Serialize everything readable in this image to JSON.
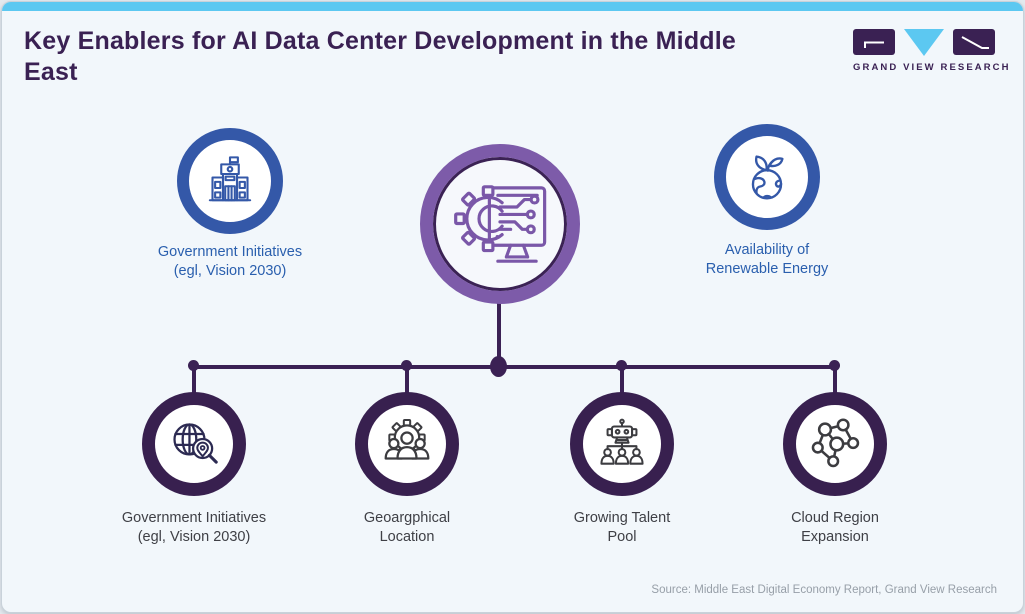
{
  "page": {
    "title": "Key Enablers for AI Data Center Development in the Middle East",
    "source_note": "Source: Middle East Digital Economy Report, Grand View Research"
  },
  "logo": {
    "brand_name": "GRAND VIEW RESEARCH"
  },
  "colors": {
    "brand_purple": "#3a2153",
    "accent_cyan": "#5cc8f1",
    "blue_ring": "#3458a8",
    "center_ring": "#7d5ba9",
    "dark_ring": "#38204f",
    "connector": "#3b2154",
    "label_blue": "#2a5fae",
    "label_dark": "#3f4046",
    "source_gray": "#979fa8"
  },
  "diagram": {
    "center_node": {
      "icon": "ai-computer-icon"
    },
    "top_nodes": [
      {
        "icon": "government-building-icon",
        "label_line1": "Government Initiatives",
        "label_line2": "(egl, Vision 2030)"
      },
      {
        "icon": "eco-globe-icon",
        "label_line1": "Availability of",
        "label_line2": "Renewable Energy"
      }
    ],
    "bottom_nodes": [
      {
        "icon": "globe-search-pin-icon",
        "label_line1": "Government Initiatives",
        "label_line2": "(egl, Vision 2030)"
      },
      {
        "icon": "gear-team-icon",
        "label_line1": "Geoargphical",
        "label_line2": "Location"
      },
      {
        "icon": "robot-team-icon",
        "label_line1": "Growing Talent",
        "label_line2": "Pool"
      },
      {
        "icon": "network-nodes-icon",
        "label_line1": "Cloud Region",
        "label_line2": "Expansion"
      }
    ]
  }
}
